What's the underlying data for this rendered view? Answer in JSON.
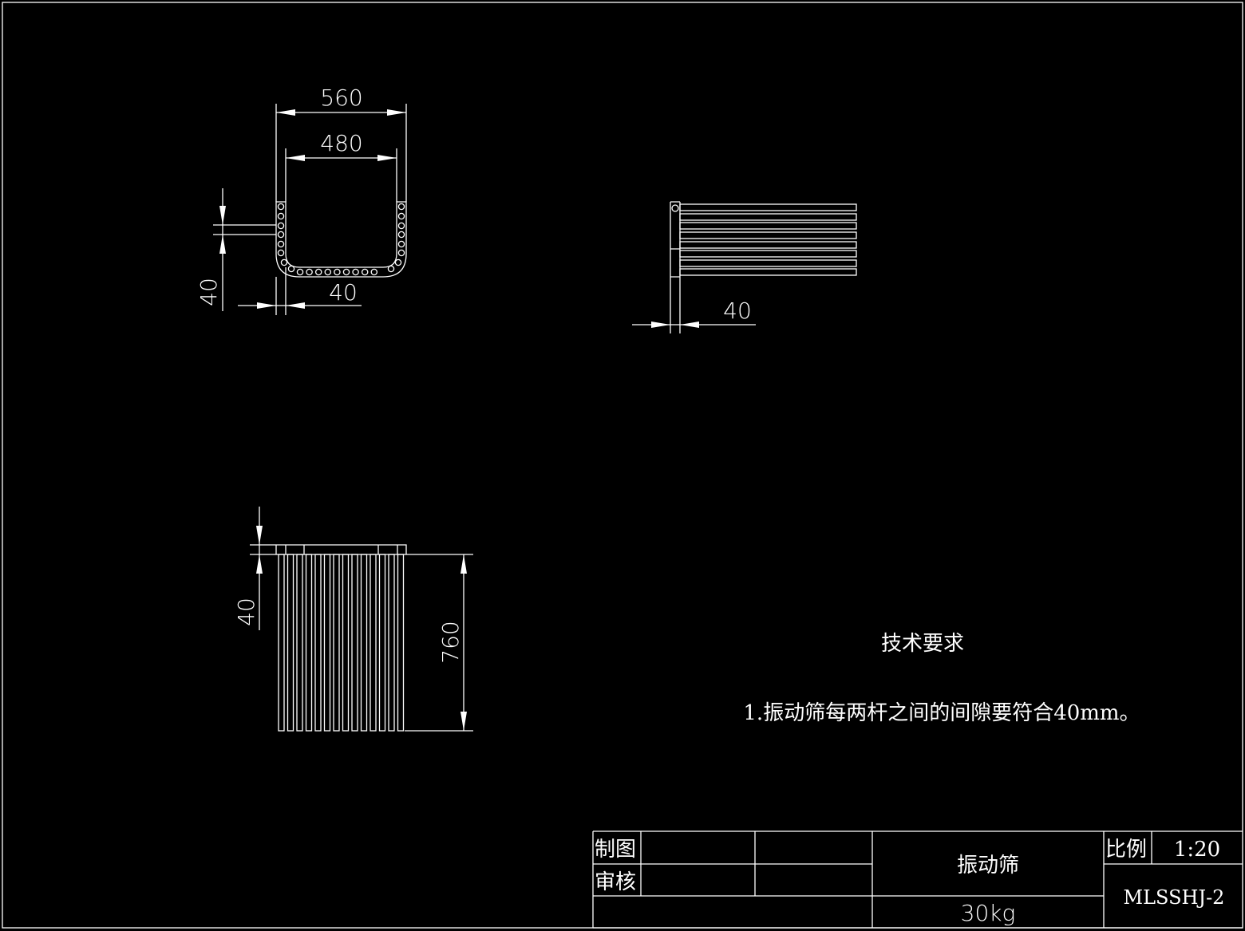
{
  "drawing": {
    "top_view": {
      "dim_outer_width": "560",
      "dim_inner_width": "480",
      "dim_bar_spacing": "40",
      "dim_wall": "40"
    },
    "side_view": {
      "dim_post": "40"
    },
    "front_view": {
      "dim_plate": "40",
      "dim_height": "760"
    },
    "tech_requirements": {
      "title": "技术要求",
      "items": [
        "1.振动筛每两杆之间的间隙要符合40mm。"
      ]
    }
  },
  "title_block": {
    "drawn_by_label": "制图",
    "reviewed_by_label": "审核",
    "part_name": "振动筛",
    "weight": "30kg",
    "scale_label": "比例",
    "scale_value": "1:20",
    "drawing_number": "MLSSHJ-2"
  },
  "colors": {
    "background": "#000000",
    "lines": "#ffffff"
  }
}
